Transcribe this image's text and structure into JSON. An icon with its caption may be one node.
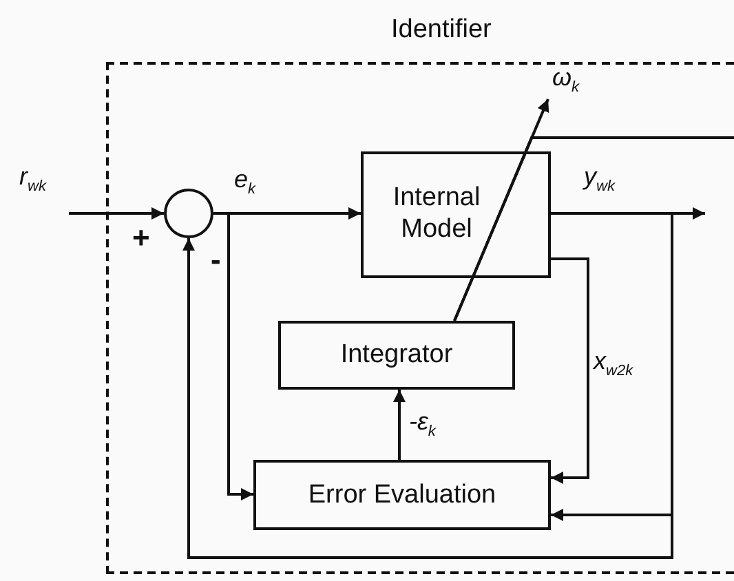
{
  "diagram": {
    "nodes": [
      {
        "text": [
          "Identifier"
        ]
      },
      {
        "text": [],
        "shape": "circle",
        "in": 0
      },
      {
        "text": [
          "Internal Model"
        ],
        "in": 0
      },
      {
        "text": [
          "Integrator"
        ],
        "in": 0
      },
      {
        "text": [
          "Error Evaluation"
        ],
        "in": 0
      }
    ],
    "edges": [
      {
        "from": null,
        "to": 1,
        "arrow": "to",
        "label": "r$_{w}$$_{k}$"
      },
      {
        "from": 1,
        "to": 2,
        "arrow": "to",
        "label": "e$_{k}$"
      },
      {
        "from": 2,
        "to": null,
        "arrow": "to",
        "label": "y$_{w}$$_{k}$"
      },
      {
        "from": 1,
        "to": 4,
        "arrow": "to"
      },
      {
        "from": 2,
        "to": 4,
        "arrow": "to",
        "label": "x$_{w2}$$_{k}$"
      },
      {
        "from": 2,
        "to": 4,
        "arrow": "to"
      },
      {
        "from": 2,
        "to": 1,
        "arrow": "to"
      },
      {
        "from": 4,
        "to": 3,
        "arrow": "to",
        "label": "-ε$_{k}$"
      },
      {
        "from": 3,
        "to": null,
        "arrow": "to",
        "label": "ω$_{k}$"
      },
      {
        "from": 3,
        "to": null,
        "arrow": "none"
      }
    ],
    "labels": [
      "+",
      "-"
    ]
  }
}
